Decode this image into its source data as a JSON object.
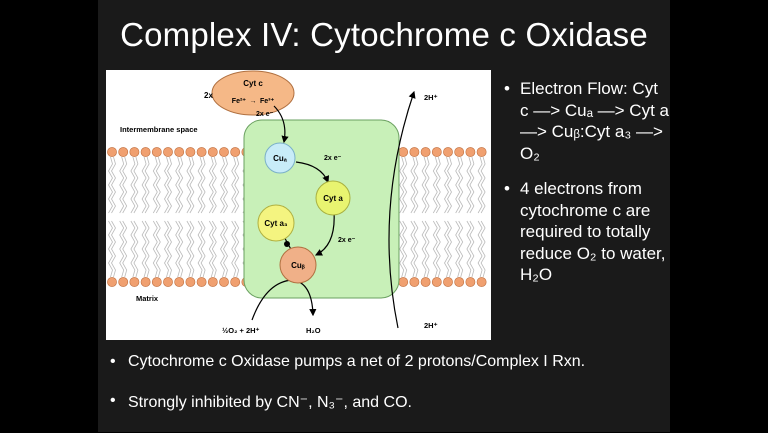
{
  "slide": {
    "title": "Complex IV: Cytochrome c Oxidase"
  },
  "diagram": {
    "cyt_c": "Cyt c",
    "two_x": "2x",
    "fe2": "Fe²⁺",
    "arrow": "→",
    "fe3": "Fe³⁺",
    "two_e": "2x e⁻",
    "intermembrane": "Intermembrane space",
    "matrix": "Matrix",
    "cua": "Cuₐ",
    "cyta": "Cyt a",
    "cyta3": "Cyt a₃",
    "cub": "Cuᵦ",
    "two_e_b": "2x e⁻",
    "two_e_c": "2x e⁻",
    "h_top": "2H⁺",
    "h_bottom": "2H⁺",
    "o2": "½O₂ + 2H⁺",
    "h2o": "H₂O"
  },
  "right_bullets": [
    {
      "bullet": "•",
      "text": "Electron Flow: Cyt c —> Cuₐ —> Cyt a —> Cuᵦ:Cyt a₃ —> O₂"
    },
    {
      "bullet": "•",
      "text": "4 electrons from cytochrome c are required to totally reduce O₂ to water, H₂O"
    }
  ],
  "bottom_bullets": [
    {
      "bullet": "•",
      "text": "Cytochrome c Oxidase pumps a net of 2 protons/Complex I Rxn."
    },
    {
      "bullet": "•",
      "text": "Strongly inhibited by CN⁻, N₃⁻, and CO."
    }
  ],
  "colors": {
    "lipid_head": "#f0a070",
    "complex": "#c8f0b8",
    "cyt_c_fill": "#f5b887",
    "cua_fill": "#c8ecf8",
    "cyta_fill": "#e8f470",
    "cyta3_fill": "#f4f480",
    "cub_fill": "#f0b088"
  }
}
